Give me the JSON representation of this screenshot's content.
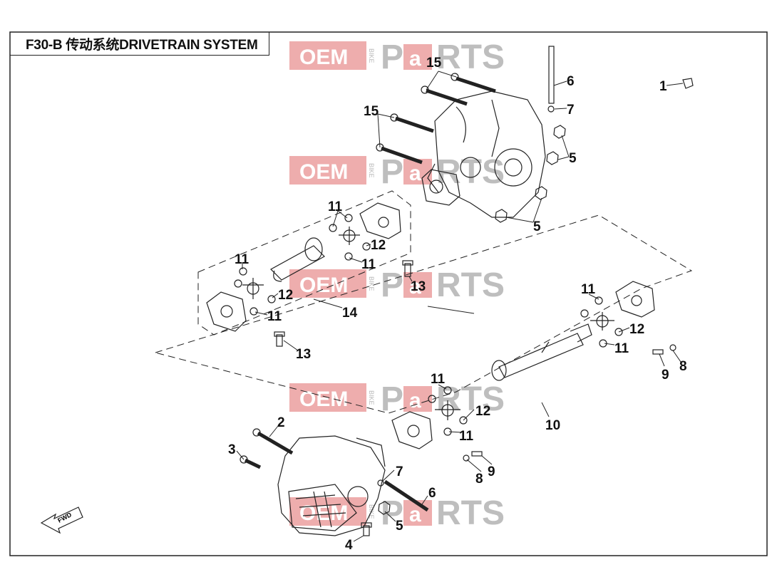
{
  "title": "F30-B 传动系统DRIVETRAIN SYSTEM",
  "fwd_label": "FWD",
  "watermark": {
    "oem": "OEM",
    "bike": "BIKE",
    "p": "P",
    "a": "a",
    "rts": "RTS"
  },
  "colors": {
    "line": "#222222",
    "watermark_red": "#e06a6a",
    "watermark_grey": "#9a9a9a"
  },
  "callouts": [
    "1",
    "2",
    "3",
    "4",
    "5",
    "5",
    "5",
    "5",
    "6",
    "6",
    "7",
    "7",
    "8",
    "8",
    "9",
    "9",
    "10",
    "11",
    "11",
    "11",
    "11",
    "11",
    "11",
    "11",
    "12",
    "12",
    "12",
    "12",
    "13",
    "13",
    "14",
    "15",
    "15"
  ]
}
